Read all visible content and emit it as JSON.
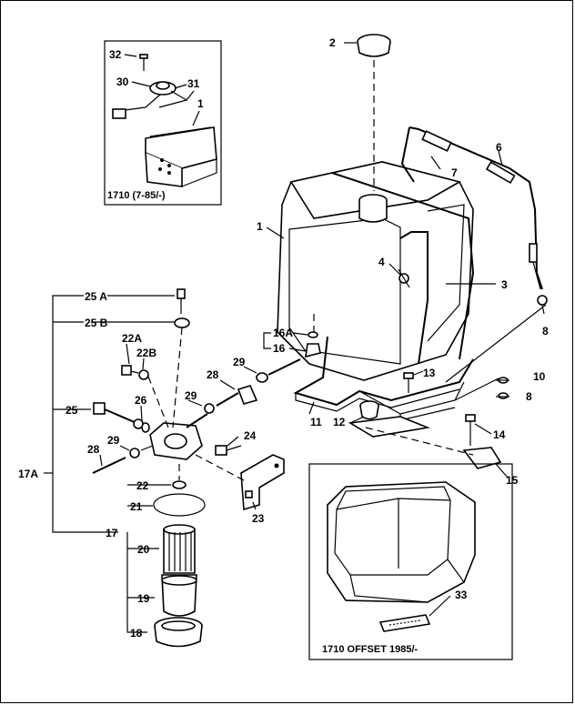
{
  "insets": {
    "top_left_caption": "1710 (7-85/-)",
    "bottom_right_caption": "1710 OFFSET 1985/-"
  },
  "labels": {
    "l1_inset": "1",
    "l1_main": "1",
    "l2": "2",
    "l3": "3",
    "l4": "4",
    "l6": "6",
    "l7": "7",
    "l8a": "8",
    "l8b": "8",
    "l10": "10",
    "l11": "11",
    "l12": "12",
    "l13": "13",
    "l14": "14",
    "l15": "15",
    "l16": "16",
    "l16a": "16A",
    "l17": "17",
    "l17a": "17A",
    "l18": "18",
    "l19": "19",
    "l20": "20",
    "l21": "21",
    "l22": "22",
    "l22a": "22A",
    "l22b": "22B",
    "l23": "23",
    "l24": "24",
    "l25": "25",
    "l25a": "25 A",
    "l25b": "25 B",
    "l26": "26",
    "l28a": "28",
    "l28b": "28",
    "l29a": "29",
    "l29b": "29",
    "l29c": "29",
    "l30": "30",
    "l31": "31",
    "l32": "32",
    "l33": "33"
  }
}
